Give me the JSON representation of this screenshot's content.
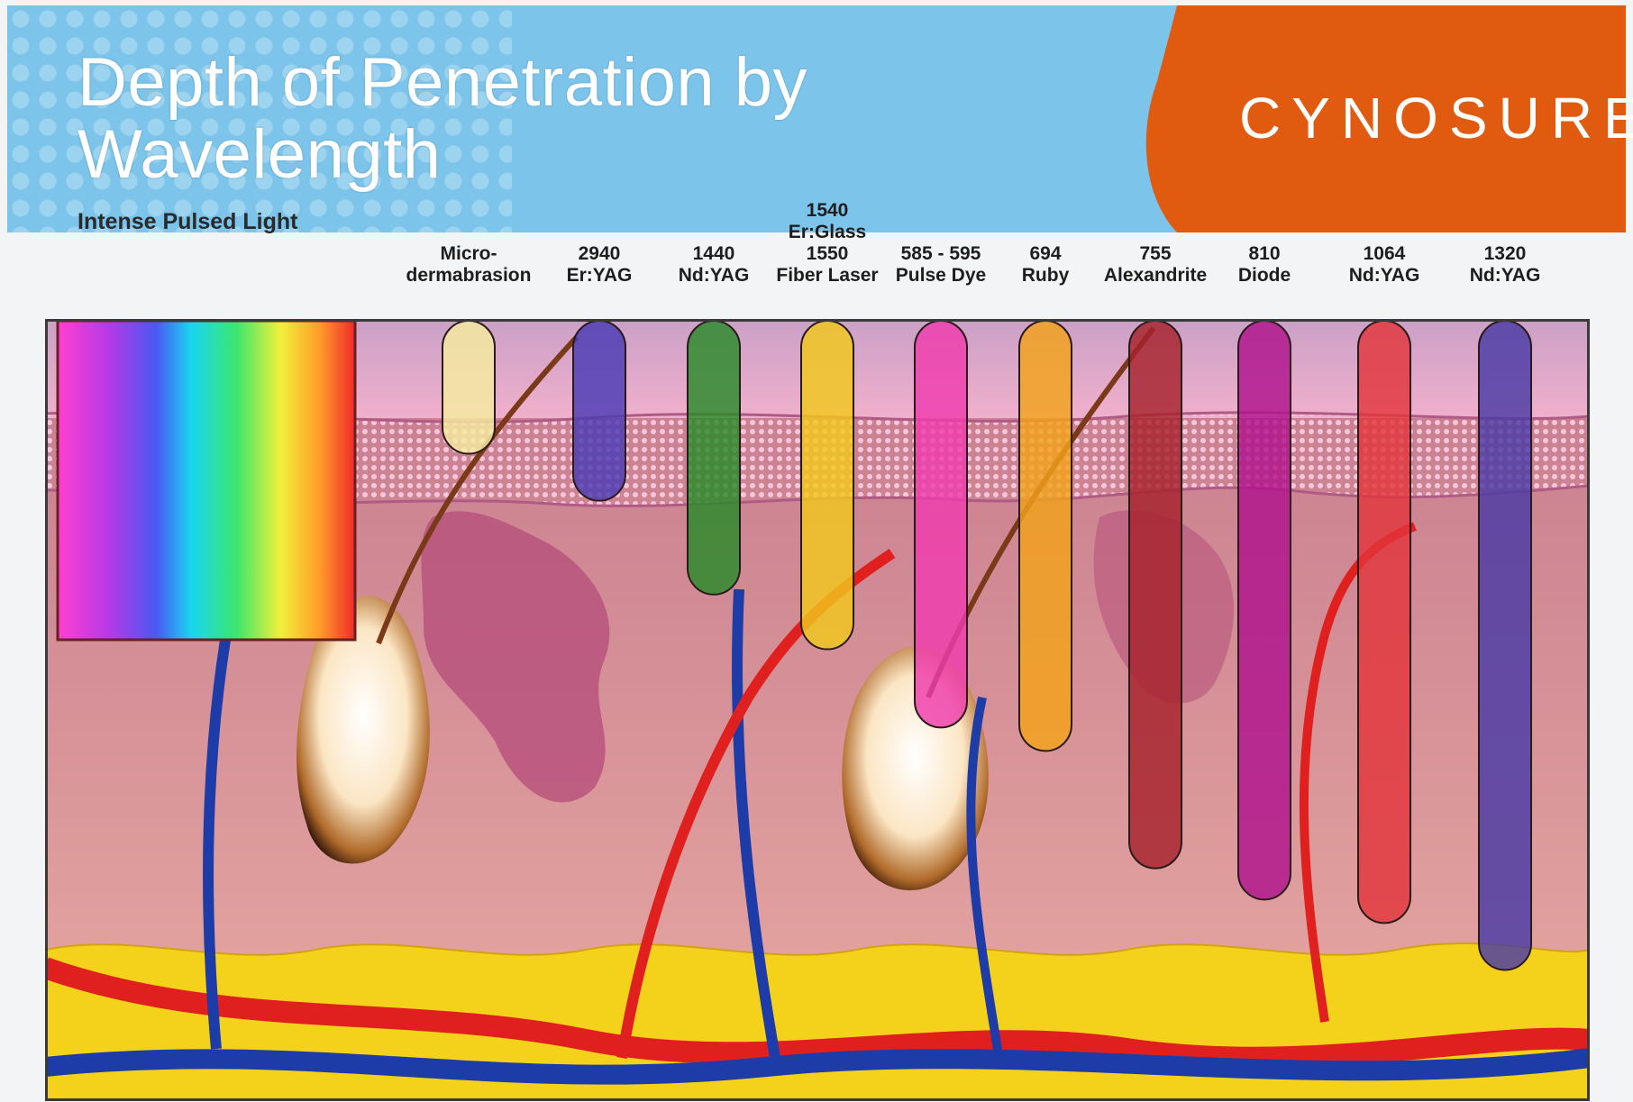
{
  "header": {
    "title_line1": "Depth of Penetration by",
    "title_line2": "Wavelength",
    "brand": "CYNOSURE",
    "ipl_label": "Intense Pulsed Light"
  },
  "colors": {
    "header_blue": "#7cc4ea",
    "brand_orange": "#e05a10",
    "skin_epidermis": "#e9a3c7",
    "dermis": "#d89098",
    "fat": "#f4d21c",
    "artery": "#e0201e",
    "vein": "#1e3ca8"
  },
  "bands": [
    {
      "lines": [
        "Micro-",
        "dermabrasion"
      ],
      "color": "#f5eba0",
      "depth": 0.17
    },
    {
      "lines": [
        "2940",
        "Er:YAG"
      ],
      "color": "#4b3ab5",
      "depth": 0.23
    },
    {
      "lines": [
        "1440",
        "Nd:YAG"
      ],
      "color": "#2a8a2a",
      "depth": 0.35
    },
    {
      "lines": [
        "1540",
        "Er:Glass",
        "1550",
        "Fiber Laser"
      ],
      "color": "#f2c81c",
      "depth": 0.42
    },
    {
      "lines": [
        "585 - 595",
        "Pulse Dye"
      ],
      "color": "#ef3cad",
      "depth": 0.52
    },
    {
      "lines": [
        "694",
        "Ruby"
      ],
      "color": "#f3a21a",
      "depth": 0.55
    },
    {
      "lines": [
        "755",
        "Alexandrite"
      ],
      "color": "#a6222c",
      "depth": 0.7
    },
    {
      "lines": [
        "810",
        "Diode"
      ],
      "color": "#b0128c",
      "depth": 0.74
    },
    {
      "lines": [
        "1064",
        "Nd:YAG"
      ],
      "color": "#e2363c",
      "depth": 0.77
    },
    {
      "lines": [
        "1320",
        "Nd:YAG"
      ],
      "color": "#4a3aa5",
      "depth": 0.83
    }
  ]
}
